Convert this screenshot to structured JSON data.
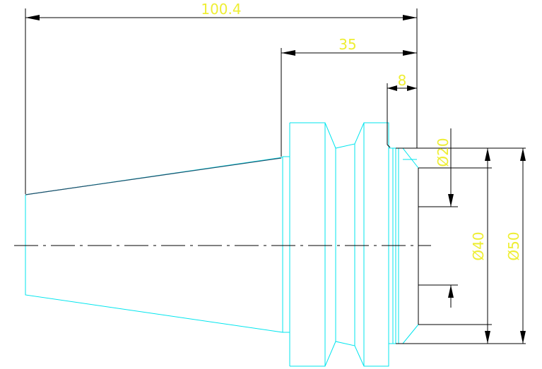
{
  "drawing": {
    "dimensions": {
      "overall_length": "100.4",
      "flange_offset": "35",
      "step_width": "8",
      "diameter_small": "Ø20",
      "diameter_mid": "Ø40",
      "diameter_large": "Ø50"
    },
    "colors": {
      "background": "#ffffff",
      "outline": "#00e5ee",
      "taper_edge": "#1f4f6a",
      "dimension_line": "#000000",
      "dimension_text": "#eeee33",
      "center_line": "#000000"
    }
  }
}
